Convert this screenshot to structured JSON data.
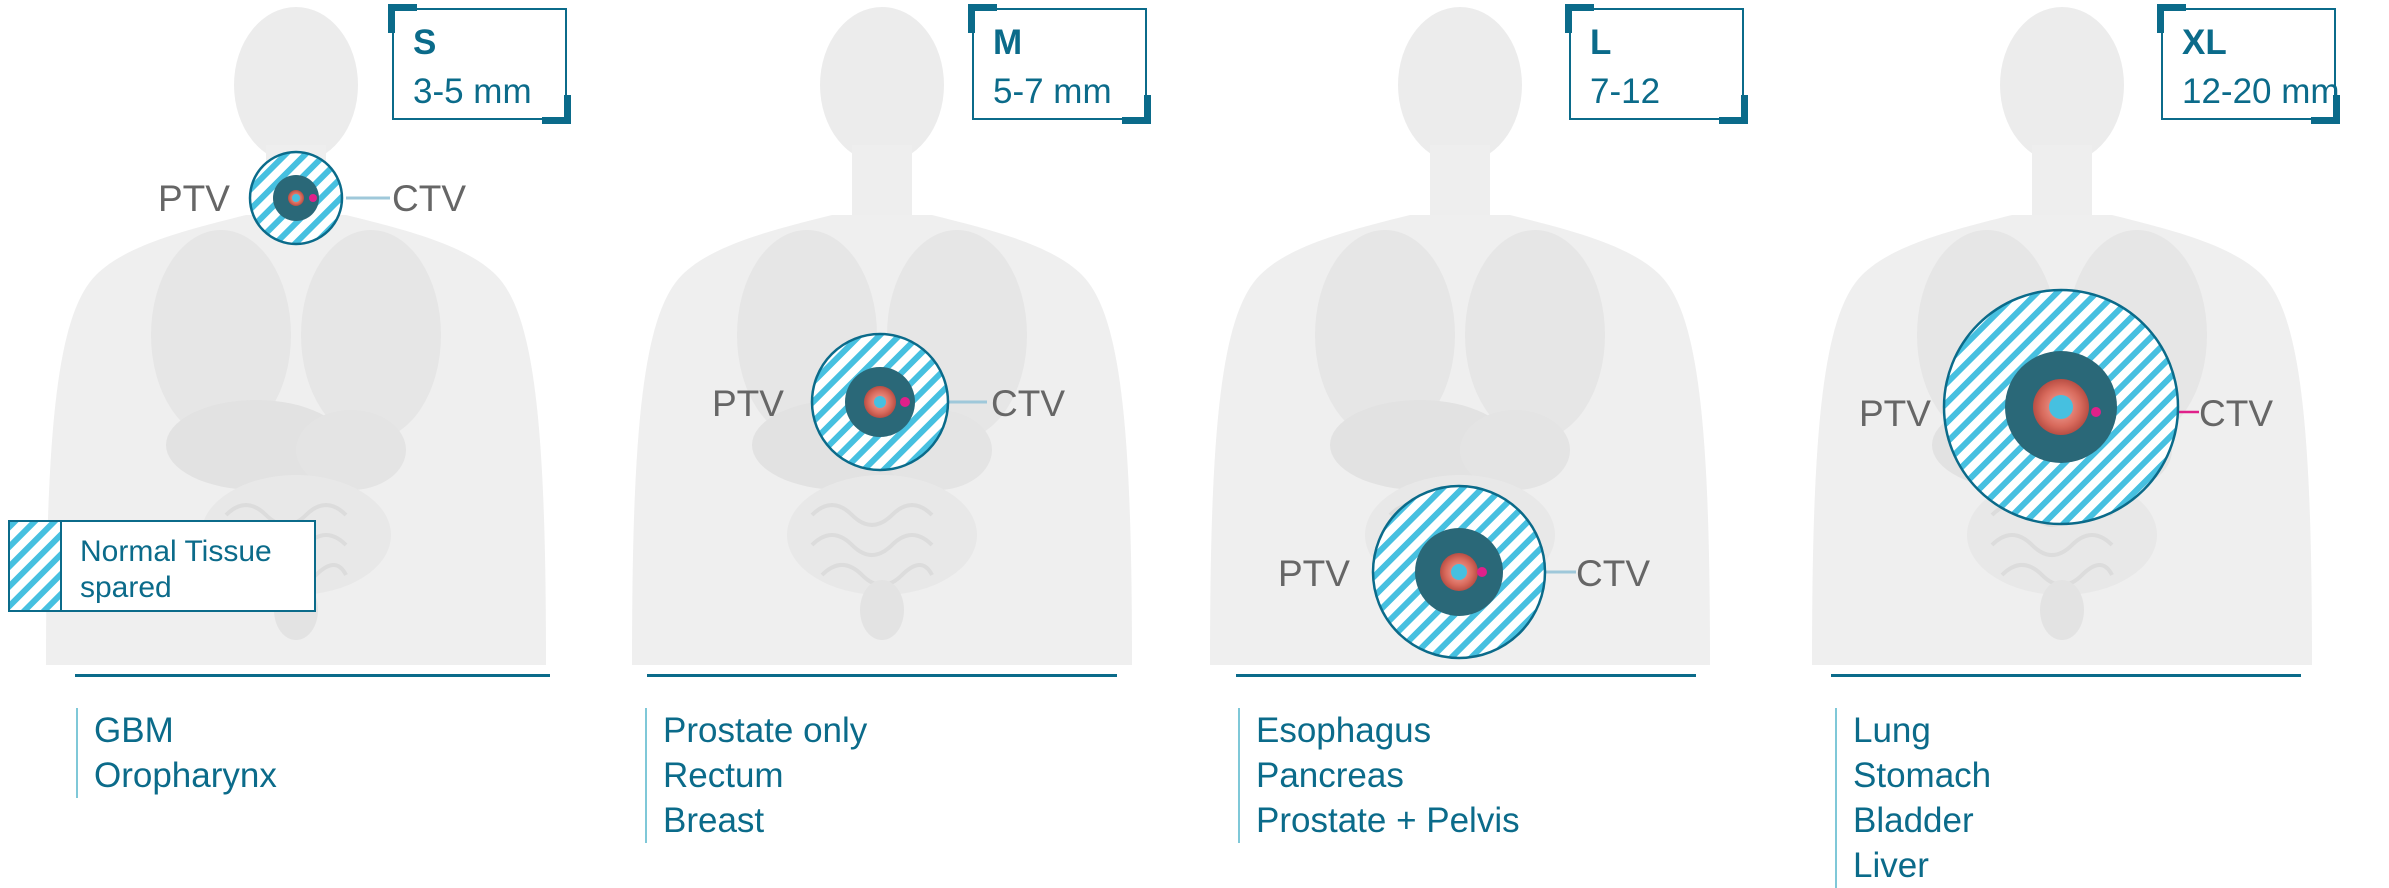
{
  "colors": {
    "accent": "#0b6b8a",
    "hatch": "#46c0e0",
    "ctv_marker": "#e0208a",
    "label_gray": "#666666"
  },
  "panels": [
    {
      "size_code": "S",
      "size_range": "3-5 mm",
      "ptv_label": "PTV",
      "ctv_label": "CTV",
      "sites": [
        "GBM",
        "Oropharynx"
      ]
    },
    {
      "size_code": "M",
      "size_range": "5-7 mm",
      "ptv_label": "PTV",
      "ctv_label": "CTV",
      "sites": [
        "Prostate only",
        "Rectum",
        "Breast"
      ]
    },
    {
      "size_code": "L",
      "size_range": "7-12",
      "ptv_label": "PTV",
      "ctv_label": "CTV",
      "sites": [
        "Esophagus",
        "Pancreas",
        "Prostate + Pelvis"
      ]
    },
    {
      "size_code": "XL",
      "size_range": "12-20 mm",
      "ptv_label": "PTV",
      "ctv_label": "CTV",
      "sites": [
        "Lung",
        "Stomach",
        "Bladder",
        "Liver"
      ]
    }
  ],
  "legend": {
    "label_line1": "Normal Tissue",
    "label_line2": "spared"
  }
}
